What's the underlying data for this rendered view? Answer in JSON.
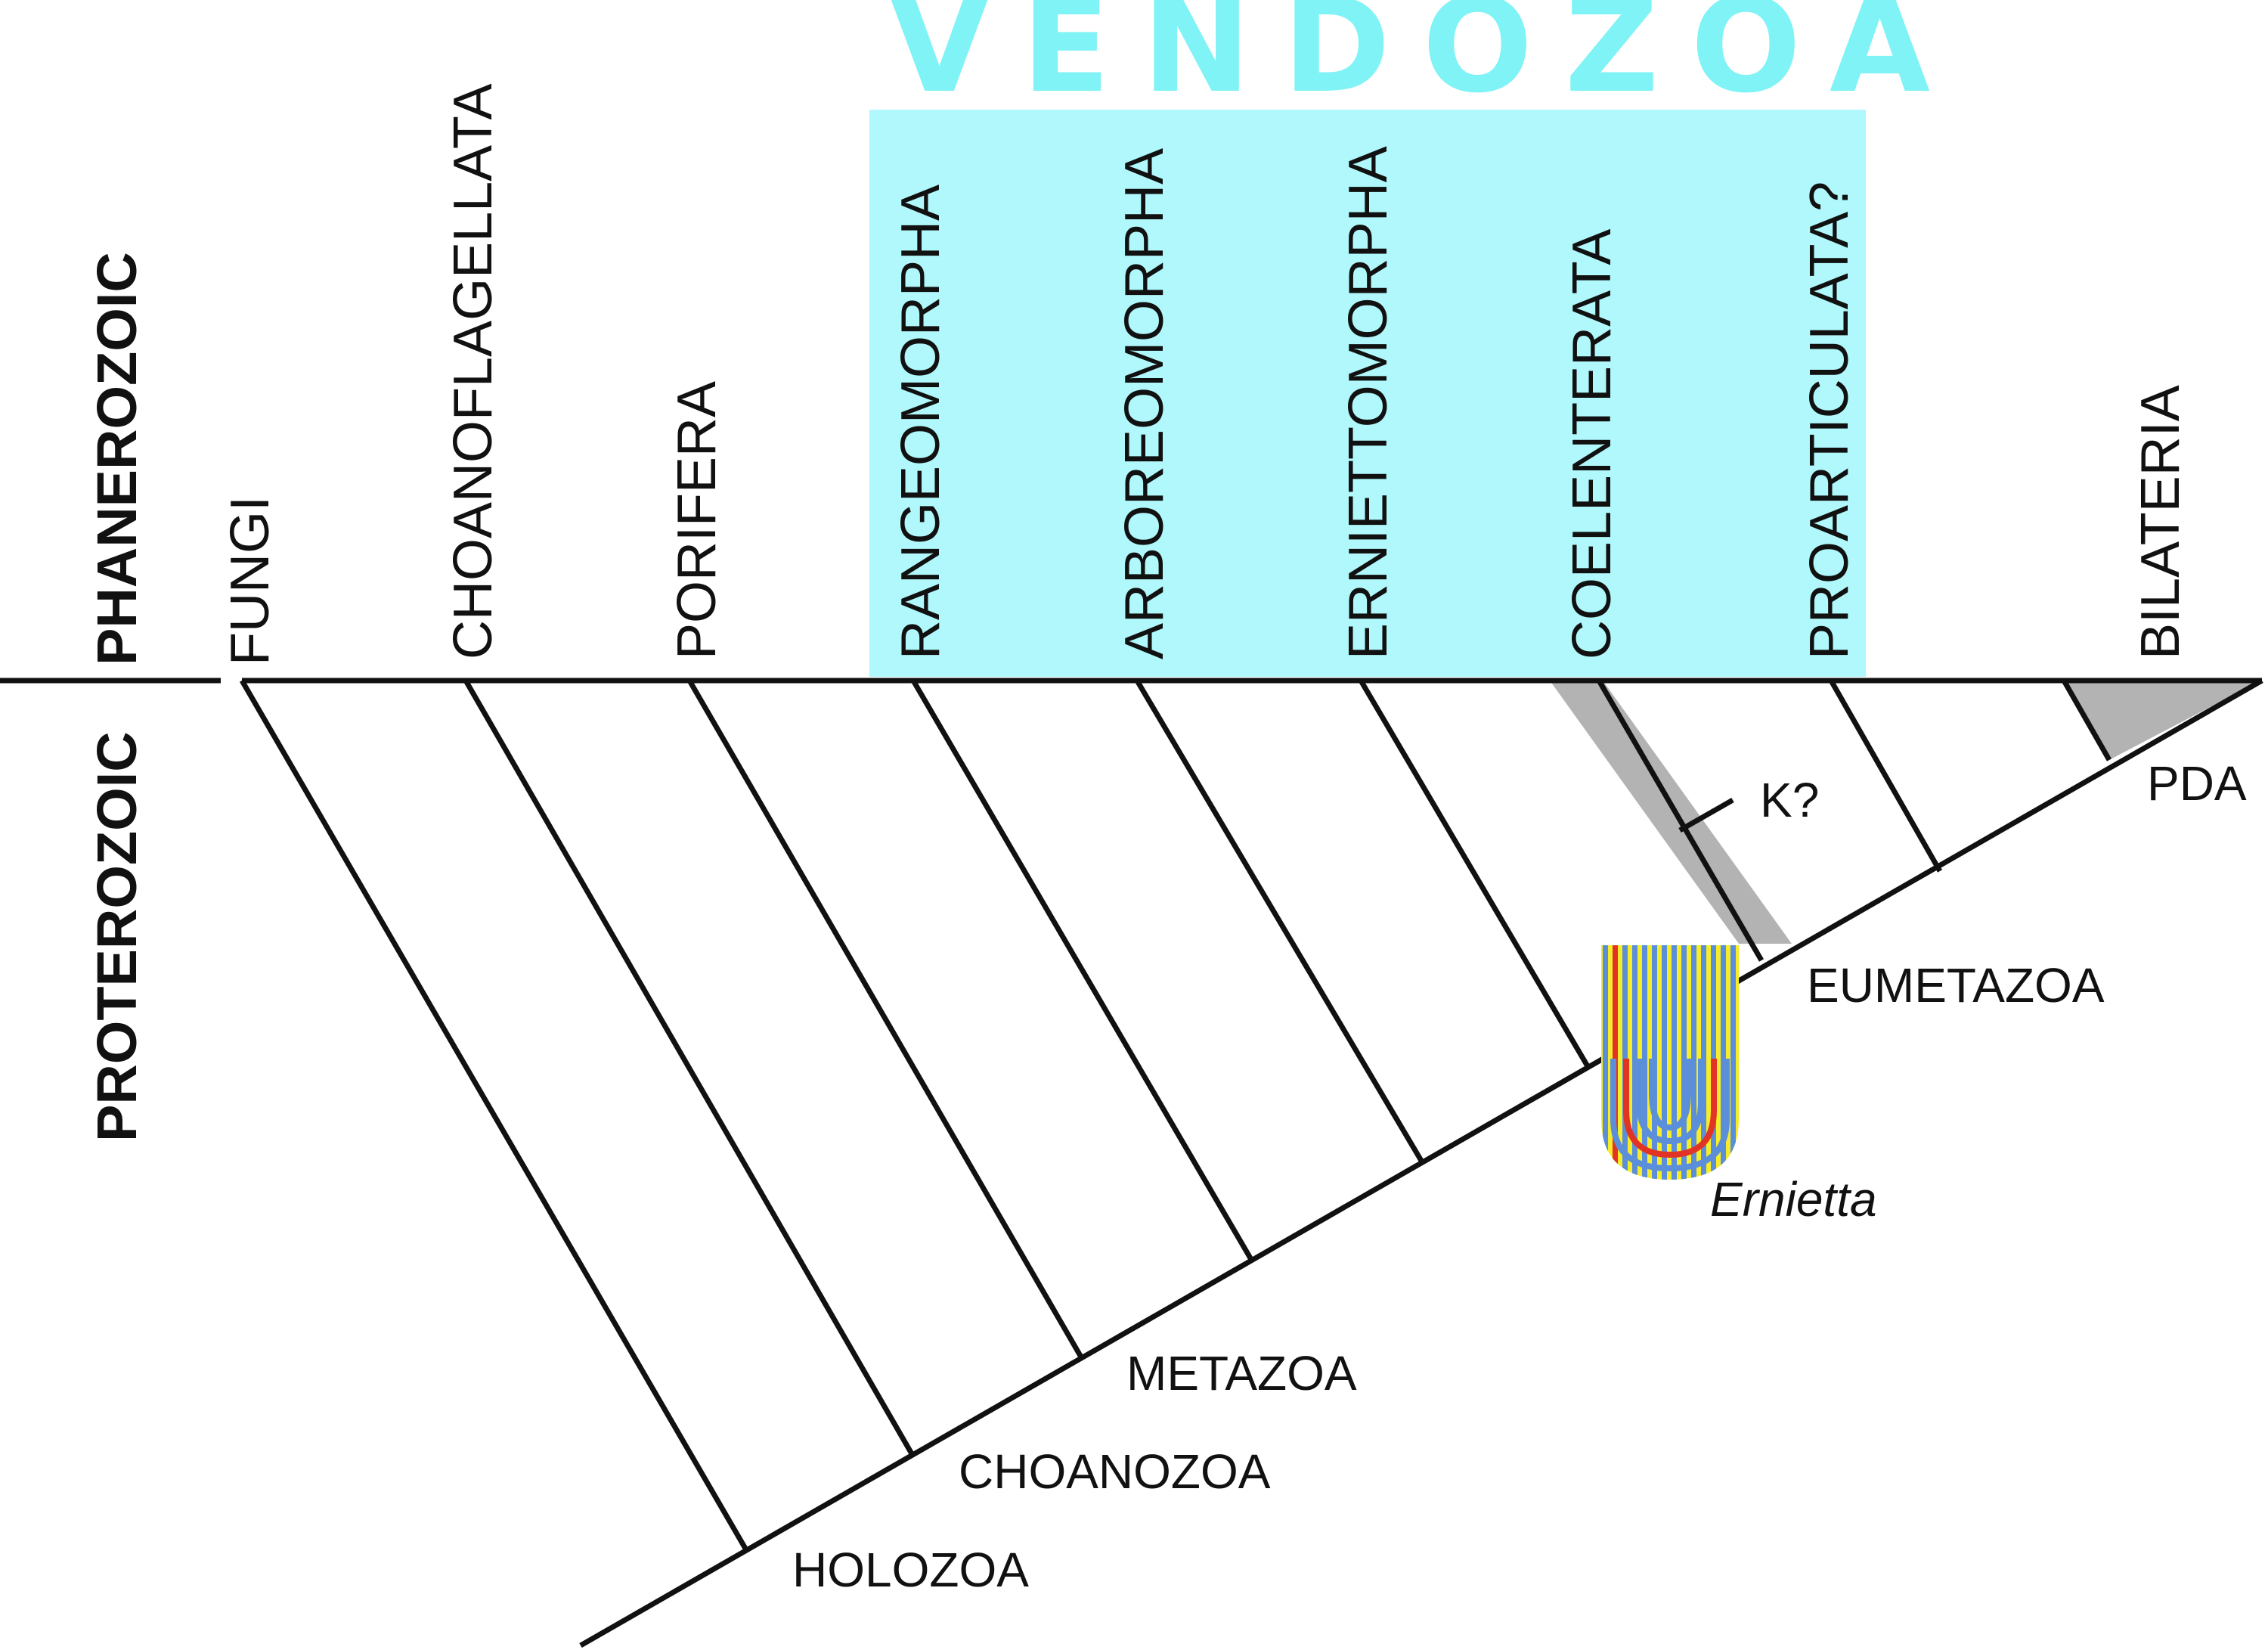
{
  "title": "VENDOZOA",
  "era_upper": "PHANEROZOIC",
  "era_lower": "PROTEROZOIC",
  "taxa": [
    {
      "id": "fungi",
      "label": "FUNGI"
    },
    {
      "id": "choanoflagellata",
      "label": "CHOANOFLAGELLATA"
    },
    {
      "id": "porifera",
      "label": "PORIFERA"
    },
    {
      "id": "rangeomorpha",
      "label": "RANGEOMORPHA"
    },
    {
      "id": "arboreomorpha",
      "label": "ARBOREOMORPHA"
    },
    {
      "id": "erniettomorpha",
      "label": "ERNIETTOMORPHA"
    },
    {
      "id": "coelenterata",
      "label": "COELENTERATA"
    },
    {
      "id": "proarticulata",
      "label": "PROARTICULATA?"
    },
    {
      "id": "bilateria",
      "label": "BILATERIA"
    }
  ],
  "nodes": [
    {
      "id": "holozoa",
      "label": "HOLOZOA"
    },
    {
      "id": "choanozoa",
      "label": "CHOANOZOA"
    },
    {
      "id": "metazoa",
      "label": "METAZOA"
    },
    {
      "id": "eumetazoa",
      "label": "EUMETAZOA"
    },
    {
      "id": "pda",
      "label": "PDA"
    },
    {
      "id": "k",
      "label": "K?"
    }
  ],
  "specimen_label": "Ernietta",
  "colors": {
    "vendozoa_title": "#7ff3f5",
    "vendozoa_box": "#b0f8fb",
    "gray_band": "#b3b3b3",
    "stripe_yellow": "#f6ec2a",
    "stripe_blue": "#5b8fd9",
    "stripe_red": "#e23424",
    "line": "#111111"
  }
}
